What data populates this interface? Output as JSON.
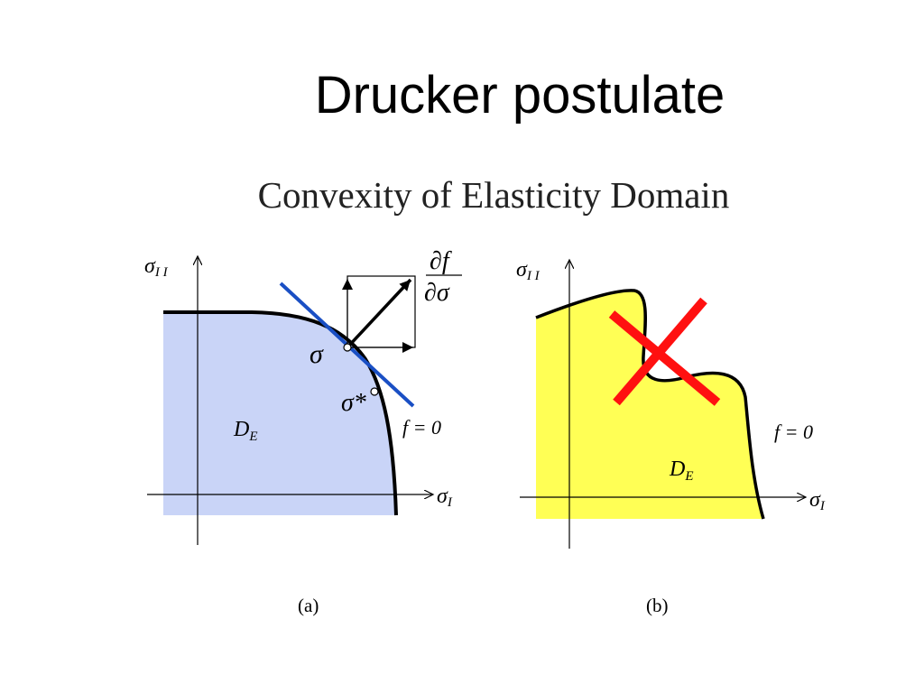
{
  "slide": {
    "title": "Drucker postulate",
    "subtitle": "Convexity of Elasticity Domain"
  },
  "panel_a": {
    "caption": "(a)",
    "axis_x": "σ",
    "axis_x_sub": "I",
    "axis_y": "σ",
    "axis_y_sub": "I I",
    "domain_label": "D",
    "domain_label_sub": "E",
    "yield_label": "f = 0",
    "stress_point": "σ",
    "stress_point_star": "σ*",
    "gradient_num": "∂f",
    "gradient_den": "∂σ",
    "fill_color": "#c9d4f7",
    "tangent_color": "#1a4fc4"
  },
  "panel_b": {
    "caption": "(b)",
    "axis_x": "σ",
    "axis_x_sub": "I",
    "axis_y": "σ",
    "axis_y_sub": "I I",
    "domain_label": "D",
    "domain_label_sub": "E",
    "yield_label": "f = 0",
    "fill_color": "#ffff55",
    "cross_color": "#ff1010"
  }
}
